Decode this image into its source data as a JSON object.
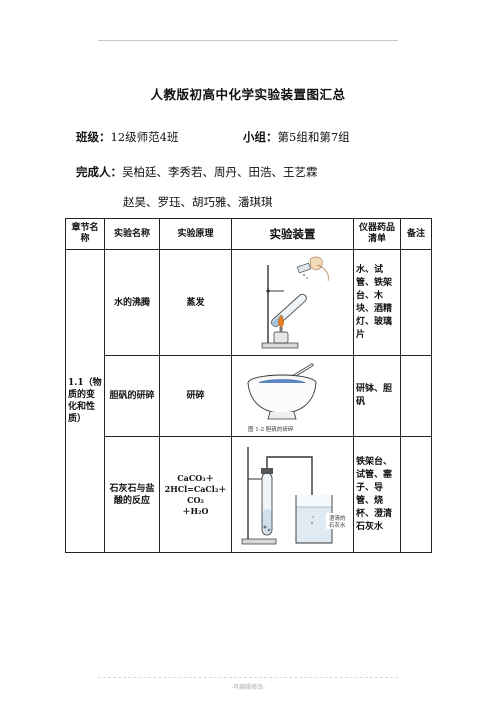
{
  "doc": {
    "title": "人教版初高中化学实验装置图汇总",
    "class_label": "班级：",
    "class_value": "12级师范4班",
    "group_label": "小组：",
    "group_value": "第5组和第7组",
    "authors_label": "完成人：",
    "authors_line1": "吴柏廷、李秀若、周丹、田浩、王艺霖",
    "authors_line2": "赵昊、罗珏、胡巧雅、潘琪琪",
    "footer": "-可编辑修改-"
  },
  "table": {
    "headers": {
      "chapter": "章节名称",
      "name": "实验名称",
      "principle": "实验原理",
      "apparatus": "实验装置",
      "instruments": "仪器药品清单",
      "notes": "备注"
    },
    "chapter": "1.1（物质的变化和性质）",
    "rows": [
      {
        "name": "水的沸腾",
        "principle": "蒸发",
        "instruments": "水、试管、铁架台、木块、酒精灯、玻璃片",
        "notes": ""
      },
      {
        "name": "胆矾的研碎",
        "principle": "研碎",
        "figure_caption": "图 1-2  胆矾的研碎",
        "instruments": "研钵、胆矾",
        "notes": ""
      },
      {
        "name": "石灰石与盐酸的反应",
        "principle_line1": "CaCO₃＋",
        "principle_line2": "2HCl=CaCl₂＋CO₂",
        "principle_line3": "＋H₂O",
        "beaker_label_line1": "澄清的",
        "beaker_label_line2": "石灰水",
        "instruments": "铁架台、试管、塞子、导管、烧杯、澄清石灰水",
        "notes": ""
      }
    ]
  }
}
